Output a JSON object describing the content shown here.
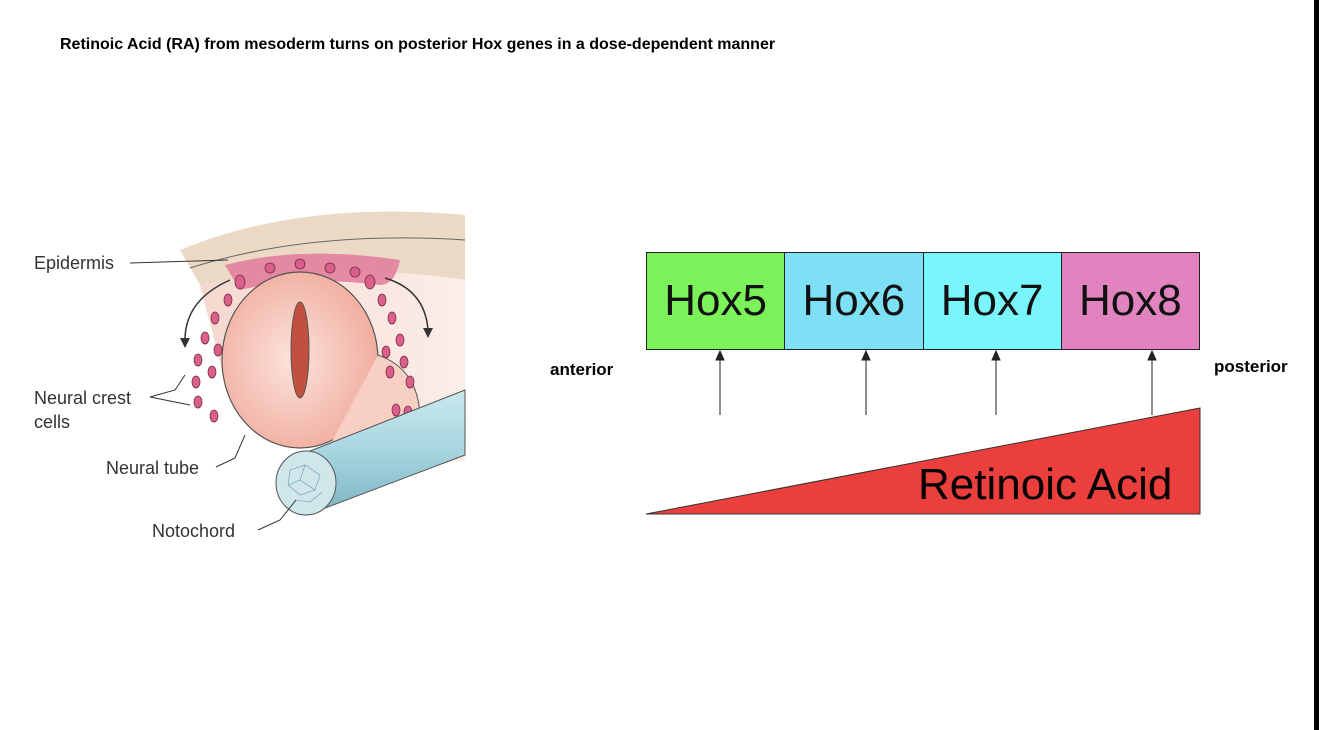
{
  "title": "Retinoic Acid (RA) from mesoderm turns on posterior Hox genes in a dose-dependent manner",
  "illustration": {
    "labels": {
      "epidermis": "Epidermis",
      "neural_crest_line1": "Neural crest",
      "neural_crest_line2": "cells",
      "neural_tube": "Neural tube",
      "notochord": "Notochord"
    }
  },
  "hox": {
    "genes": [
      "Hox5",
      "Hox6",
      "Hox7",
      "Hox8"
    ],
    "colors": [
      "#7cf25a",
      "#7ee0f5",
      "#78f6fb",
      "#e083bf"
    ],
    "anterior_label": "anterior",
    "posterior_label": "posterior",
    "gradient_label": "Retinoic Acid",
    "gradient_color": "#ea3f3c"
  }
}
